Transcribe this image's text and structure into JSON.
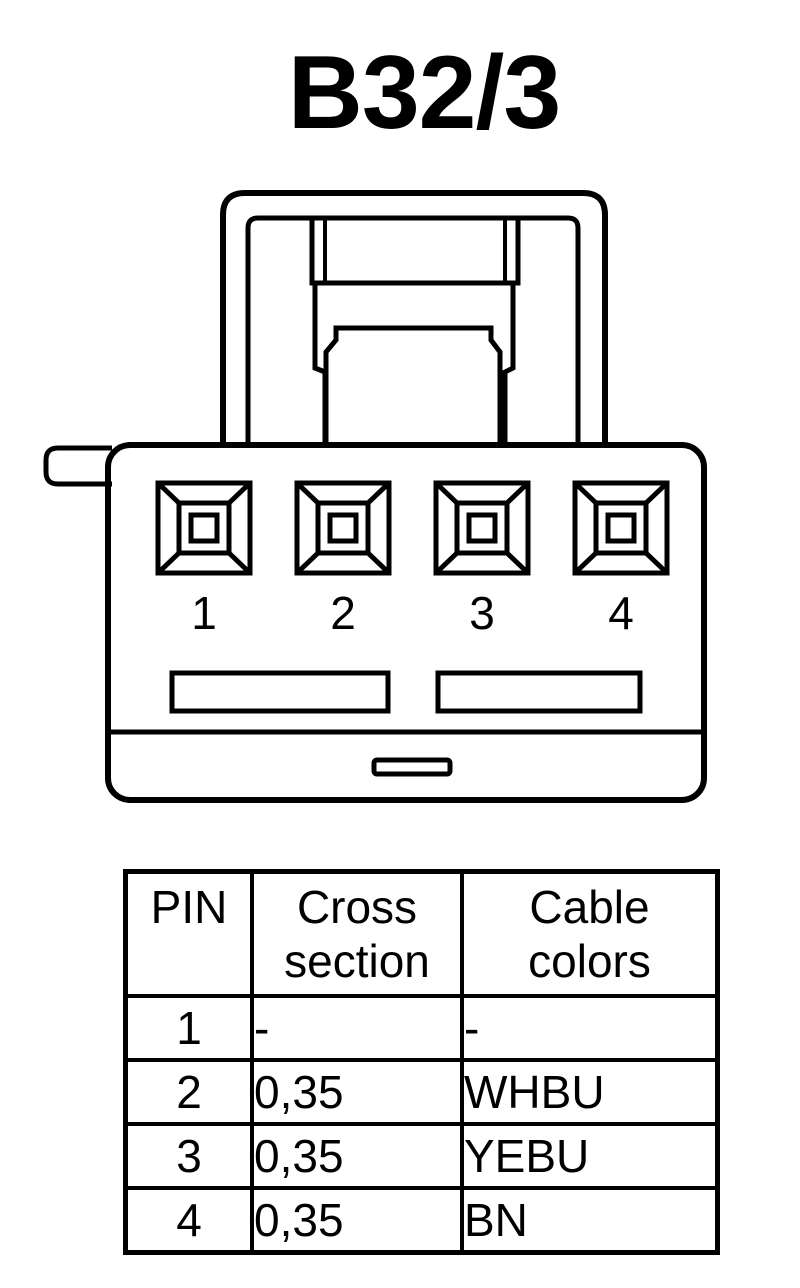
{
  "title": "B32/3",
  "pins": [
    "1",
    "2",
    "3",
    "4"
  ],
  "table": {
    "headers": {
      "pin": "PIN",
      "cross_line1": "Cross",
      "cross_line2": "section",
      "color_line1": "Cable",
      "color_line2": "colors"
    },
    "rows": [
      {
        "pin": "1",
        "cross": "-",
        "color": "-"
      },
      {
        "pin": "2",
        "cross": "0,35",
        "color": "WHBU"
      },
      {
        "pin": "3",
        "cross": "0,35",
        "color": "YEBU"
      },
      {
        "pin": "4",
        "cross": "0,35",
        "color": "BN"
      }
    ]
  }
}
